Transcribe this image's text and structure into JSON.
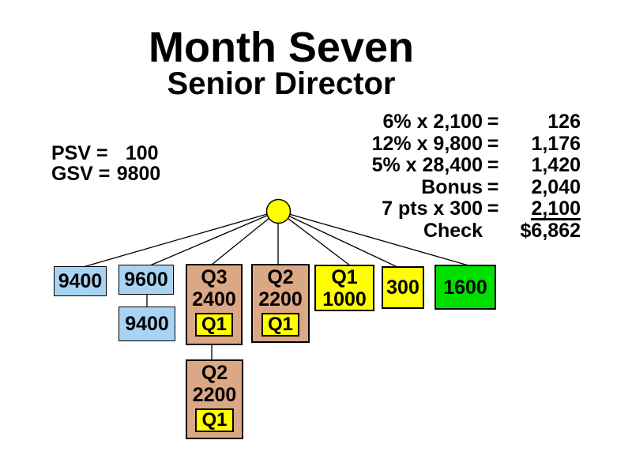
{
  "slide": {
    "title": "Month Seven",
    "subtitle": "Senior Director",
    "stats": {
      "rows": [
        {
          "label": "PSV =",
          "value": "100"
        },
        {
          "label": "GSV =",
          "value": "9800"
        }
      ]
    },
    "calculations": {
      "rows": [
        {
          "expr": "6% x 2,100",
          "eq": "=",
          "value": "126",
          "underlined": false
        },
        {
          "expr": "12% x 9,800",
          "eq": "=",
          "value": "1,176",
          "underlined": false
        },
        {
          "expr": "5% x 28,400",
          "eq": "=",
          "value": "1,420",
          "underlined": false
        },
        {
          "expr": "Bonus",
          "eq": "=",
          "value": "2,040",
          "underlined": false
        },
        {
          "expr": "7 pts x 300",
          "eq": "=",
          "value": "2,100",
          "underlined": true
        },
        {
          "expr": "Check",
          "eq": "",
          "value": "$6,862",
          "underlined": false
        }
      ]
    },
    "tree": {
      "root": {
        "shape": "circle",
        "color": "#FFFF00"
      },
      "nodes": [
        {
          "lines": [
            "9400"
          ],
          "color": "#A8D3F3"
        },
        {
          "lines": [
            "9600"
          ],
          "color": "#A8D3F3"
        },
        {
          "lines": [
            "Q3",
            "2400"
          ],
          "badge": "Q1",
          "color": "#DBA885"
        },
        {
          "lines": [
            "Q2",
            "2200"
          ],
          "badge": "Q1",
          "color": "#DBA885"
        },
        {
          "lines": [
            "Q1",
            "1000"
          ],
          "color": "#FFFF00"
        },
        {
          "lines": [
            "300"
          ],
          "color": "#FFFF00"
        },
        {
          "lines": [
            "1600"
          ],
          "color": "#00E000"
        }
      ],
      "children": [
        {
          "parent_index": 1,
          "lines": [
            "9400"
          ],
          "color": "#A8D3F3"
        },
        {
          "parent_index": 2,
          "lines": [
            "Q2",
            "2200"
          ],
          "badge": "Q1",
          "color": "#DBA885"
        }
      ]
    },
    "colors": {
      "blue": "#A8D3F3",
      "tan": "#DBA885",
      "yellow": "#FFFF00",
      "green": "#00E000",
      "line": "#000000"
    }
  }
}
